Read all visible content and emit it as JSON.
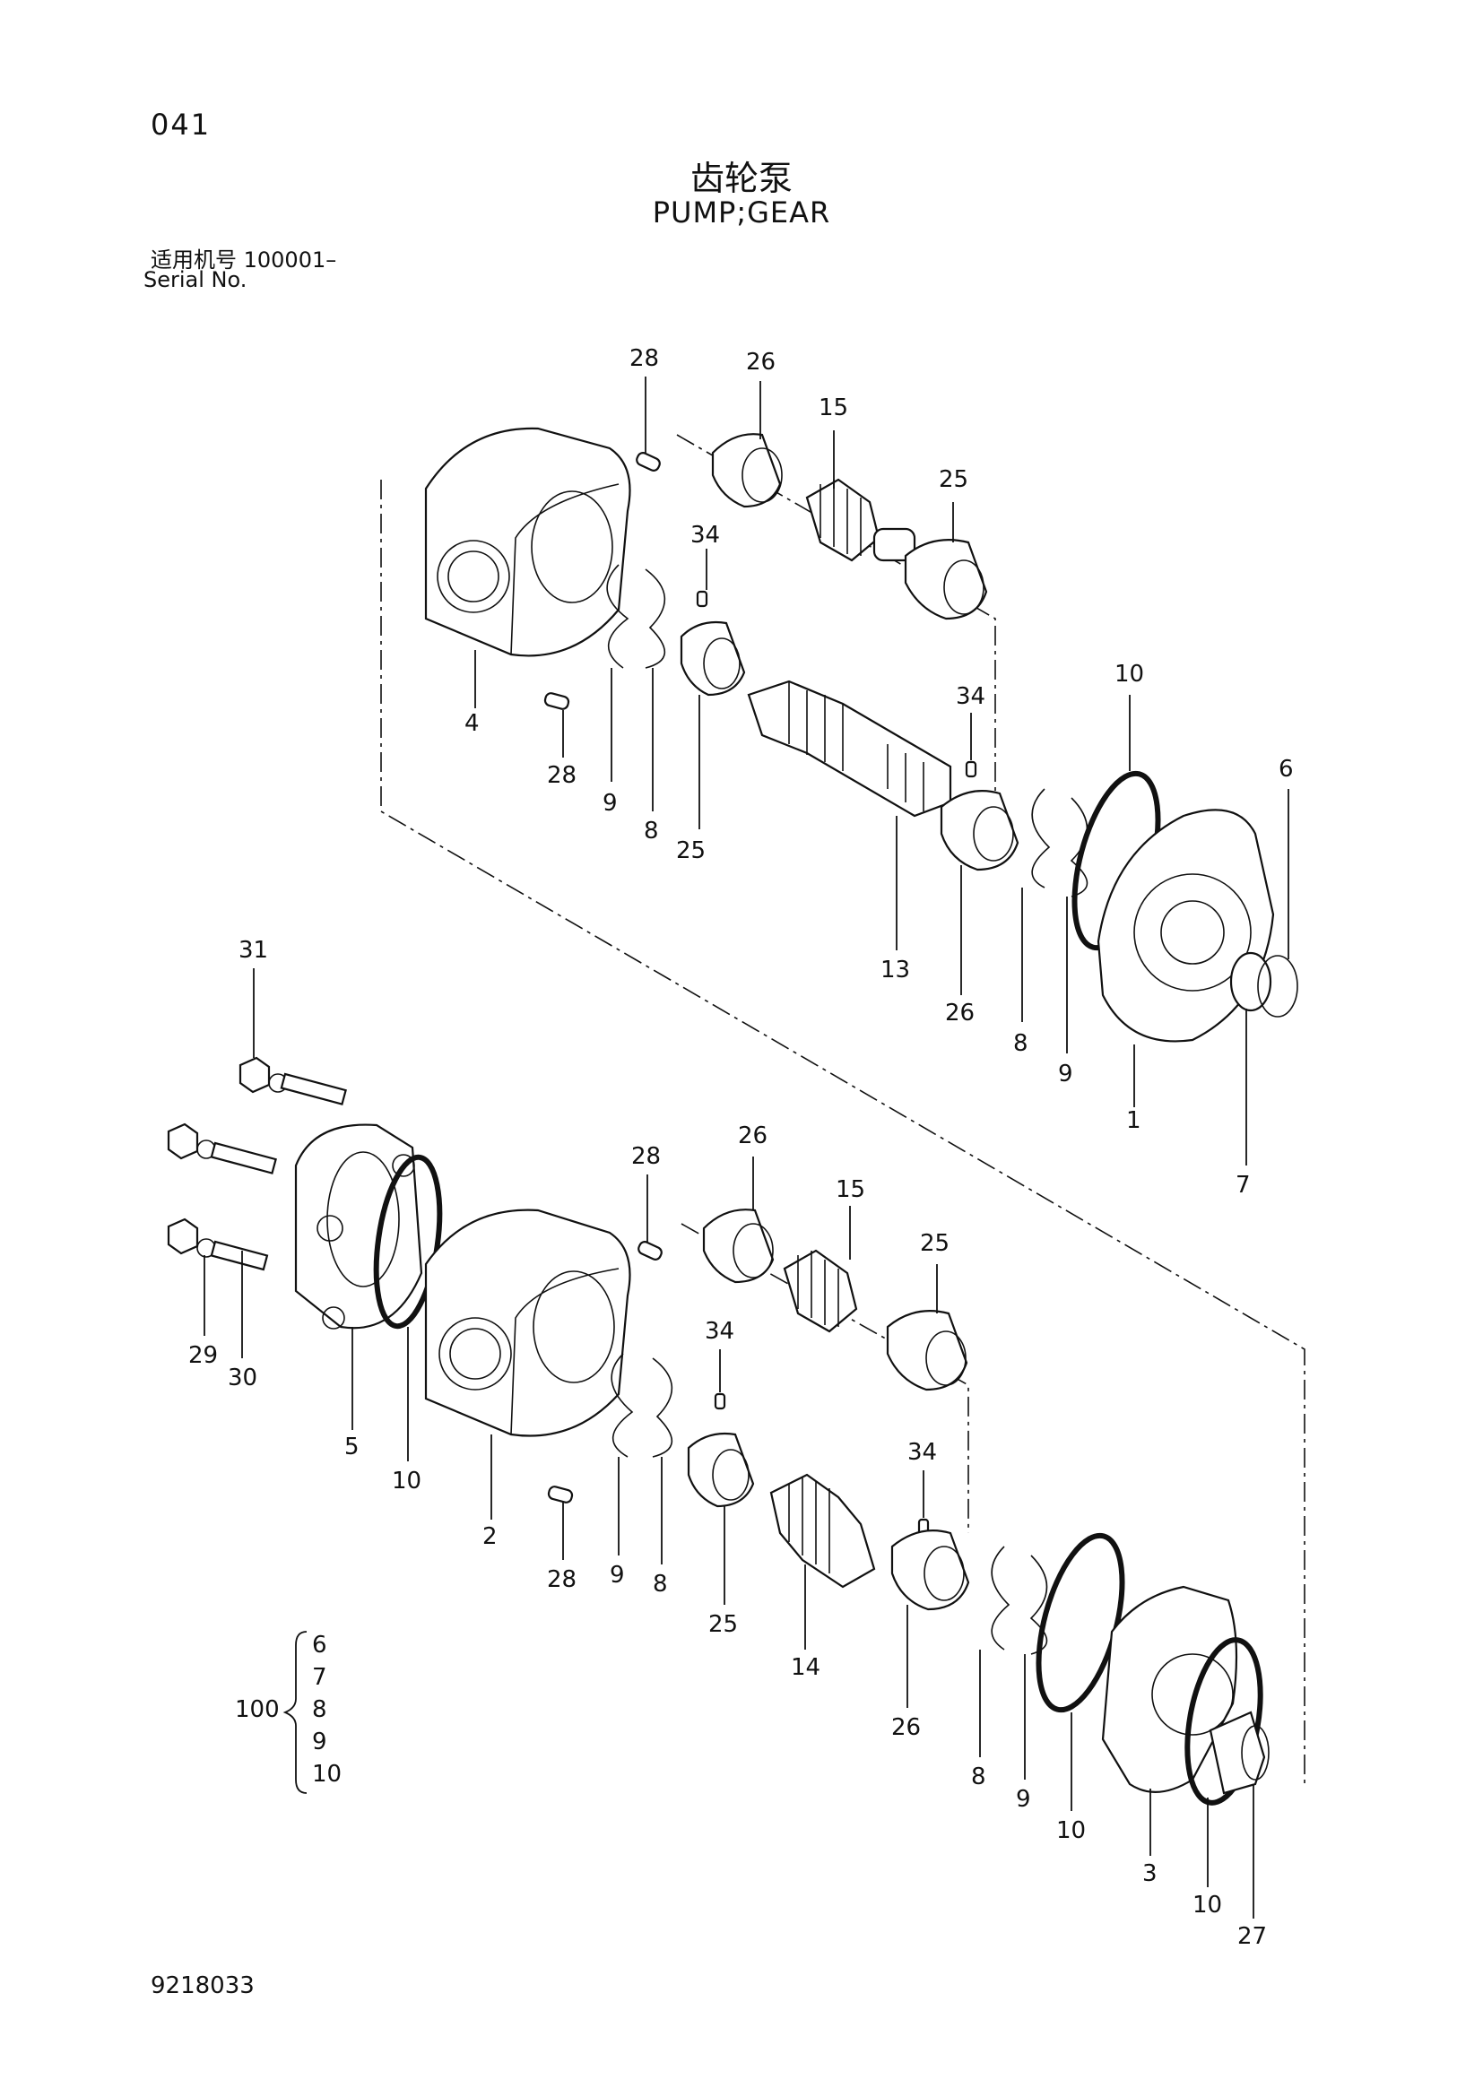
{
  "header": {
    "page_code": "041",
    "title_cn": "齿轮泵",
    "title_en": "PUMP;GEAR",
    "serial_cn": "适用机号  100001–",
    "serial_en": "Serial No."
  },
  "footer": {
    "drawing_no": "9218033"
  },
  "kit": {
    "label": "100",
    "items": [
      "6",
      "7",
      "8",
      "9",
      "10"
    ]
  },
  "part_labels": {
    "upper": [
      "28",
      "26",
      "15",
      "25",
      "34",
      "4",
      "28",
      "9",
      "8",
      "25",
      "34",
      "10",
      "6",
      "13",
      "26",
      "8",
      "9",
      "1",
      "7"
    ],
    "lower": [
      "31",
      "28",
      "26",
      "15",
      "25",
      "34",
      "29",
      "30",
      "5",
      "10",
      "2",
      "28",
      "9",
      "8",
      "25",
      "34",
      "14",
      "26",
      "8",
      "9",
      "10",
      "3",
      "10",
      "27"
    ]
  }
}
